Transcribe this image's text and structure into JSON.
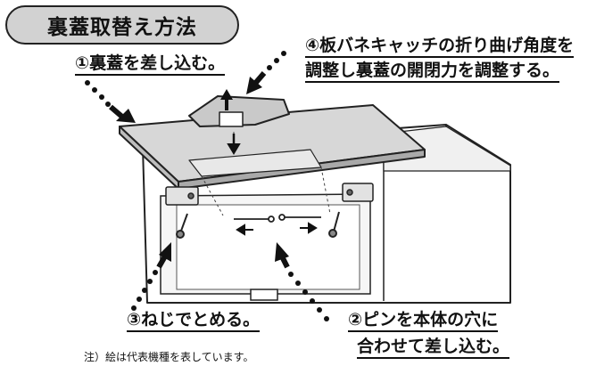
{
  "title": "裏蓋取替え方法",
  "steps": {
    "step1": "①裏蓋を差し込む。",
    "step4_line1": "④板バネキャッチの折り曲げ角度を",
    "step4_line2": "調整し裏蓋の開閉力を調整する。",
    "step3": "③ねじでとめる。",
    "step2_line1": "②ピンを本体の穴に",
    "step2_line2": "合わせて差し込む。"
  },
  "note": "注）絵は代表機種を表しています。"
}
